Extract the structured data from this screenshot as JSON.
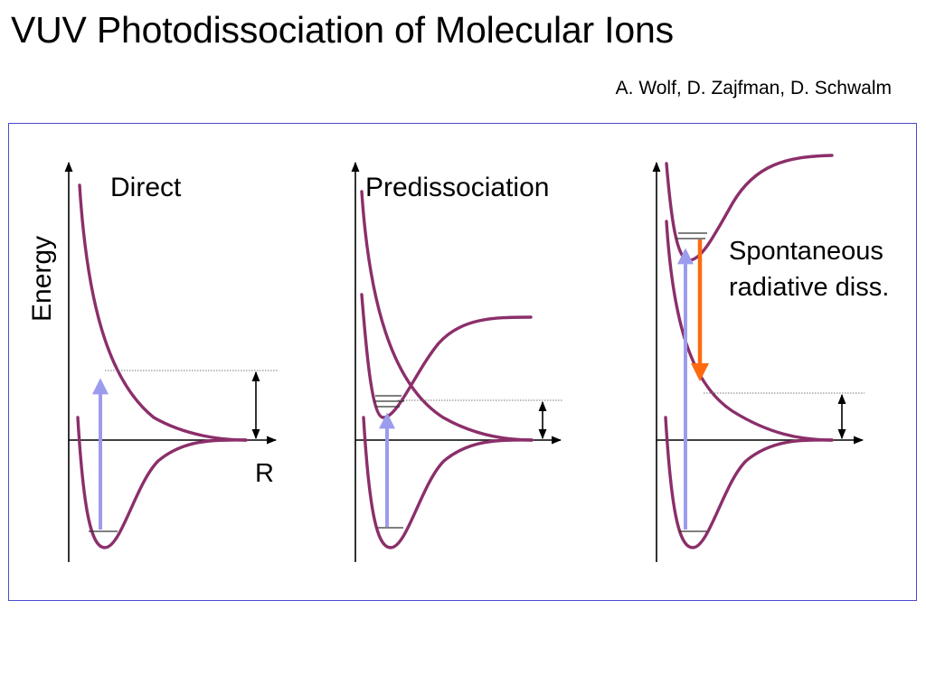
{
  "slide": {
    "title": "VUV Photodissociation of Molecular Ions",
    "authors": "A. Wolf, D. Zajfman, D. Schwalm"
  },
  "diagram": {
    "y_axis_label": "Energy",
    "x_axis_label": "R",
    "panels": [
      {
        "label": "Direct"
      },
      {
        "label": "Predissociation"
      },
      {
        "label_line1": "Spontaneous",
        "label_line2": "radiative diss."
      }
    ]
  },
  "colors": {
    "curve": "#8b2f6a",
    "excitation_arrow": "#9c9cee",
    "emission_arrow": "#ff6a10",
    "frame_border": "#4a4ad0"
  }
}
